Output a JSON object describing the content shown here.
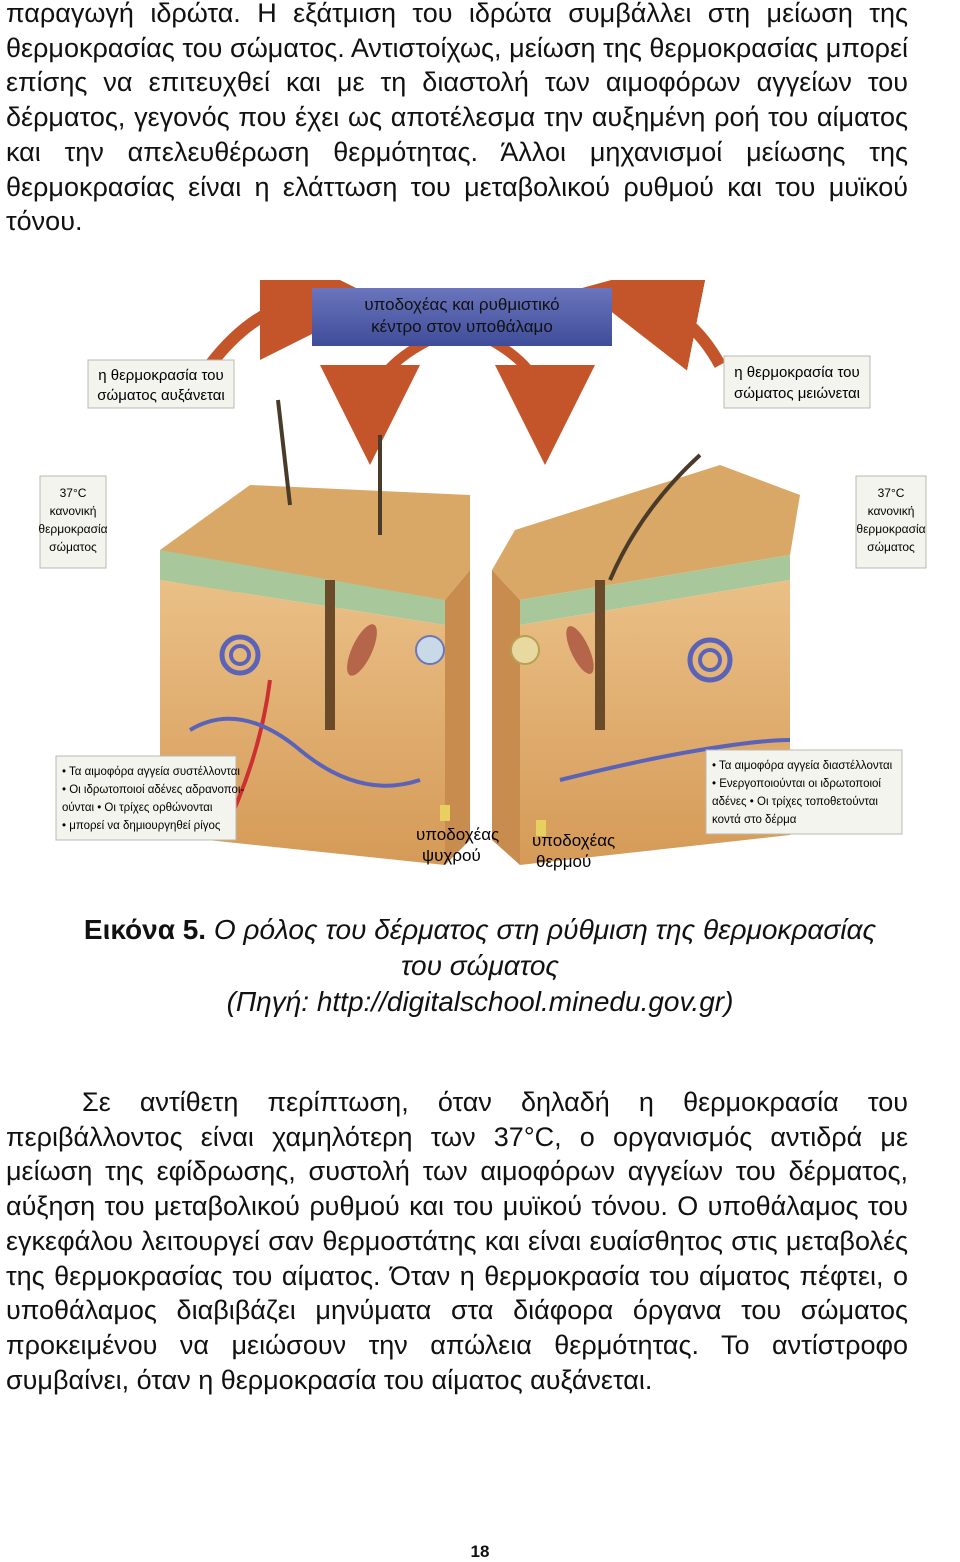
{
  "paragraphs": {
    "top": "παραγωγή ιδρώτα. Η εξάτμιση του ιδρώτα συμβάλλει στη μείωση της θερμοκρασίας του σώματος. Αντιστοίχως, μείωση της θερμοκρασίας μπορεί επίσης να επιτευχθεί και με τη διαστολή των αιμοφόρων αγγείων του δέρματος, γεγονός που έχει ως αποτέλεσμα την αυξημένη ροή του αίματος και την απελευθέρωση θερμότητας. Άλλοι μηχανισμοί μείωσης της θερμοκρασίας είναι η ελάττωση του μεταβολικού ρυθμού και του μυϊκού τόνου.",
    "bottom": "Σε αντίθετη περίπτωση, όταν δηλαδή η θερμοκρασία του περιβάλλοντος είναι χαμηλότερη των 37°C, ο οργανισμός αντιδρά με μείωση της εφίδρωσης, συστολή των αιμοφόρων αγγείων του δέρματος, αύξηση του μεταβολικού ρυθμού και του μυϊκού τόνου. Ο υποθάλαμος του εγκεφάλου λειτουργεί σαν θερμοστάτης και είναι ευαίσθητος στις μεταβολές της θερμοκρασίας του αίματος. Όταν η θερμοκρασία του αίματος πέφτει, ο υποθάλαμος διαβιβάζει μηνύματα στα διάφορα όργανα του σώματος προκειμένου να μειώσουν την απώλεια θερμότητας. Το αντίστροφο συμβαίνει, όταν η θερμοκρασία του αίματος αυξάνεται."
  },
  "figure": {
    "center_box": [
      "υποδοχέας και ρυθμιστικό",
      "κέντρο στον υποθάλαμο"
    ],
    "left_label": [
      "η θερμοκρασία του",
      "σώματος αυξάνεται"
    ],
    "right_label": [
      "η θερμοκρασία του",
      "σώματος μειώνεται"
    ],
    "left_normal": [
      "37°C",
      "κανονική",
      "θερμοκρασία",
      "σώματος"
    ],
    "right_normal": [
      "37°C",
      "κανονική",
      "θερμοκρασία",
      "σώματος"
    ],
    "left_list": [
      "• Τα αιμοφόρα αγγεία συστέλλονται",
      "• Οι ιδρωτοποιοί αδένες αδρανοποι-",
      "ούνται • Οι τρίχες ορθώνονται",
      "• μπορεί να δημιουργηθεί ρίγος"
    ],
    "right_list": [
      "• Τα αιμοφόρα αγγεία διαστέλλονται",
      "• Ενεργοποιούνται οι ιδρωτοποιοί",
      "αδένες • Οι τρίχες τοποθετούνται",
      "κοντά στο δέρμα"
    ],
    "cold_receptor": [
      "υποδοχέας",
      "ψυχρού"
    ],
    "heat_receptor": [
      "υποδοχέας",
      "θερμού"
    ],
    "colors": {
      "box_blue": "#4b5aa6",
      "box_blue_light": "#8d96cc",
      "label_bg": "#f4f4ee",
      "arrow": "#c4552a",
      "skin": "#e5b273",
      "skin_dark": "#c98c4f",
      "dermis": "#f0c58c",
      "vessel": "#5a63b8"
    }
  },
  "caption": {
    "label": "Εικόνα 5.",
    "title": "Ο ρόλος του δέρματος στη ρύθμιση της θερμοκρασίας",
    "title_cont": "του σώματος",
    "source": "(Πηγή: http://digitalschool.minedu.gov.gr)"
  },
  "page_number": "18"
}
